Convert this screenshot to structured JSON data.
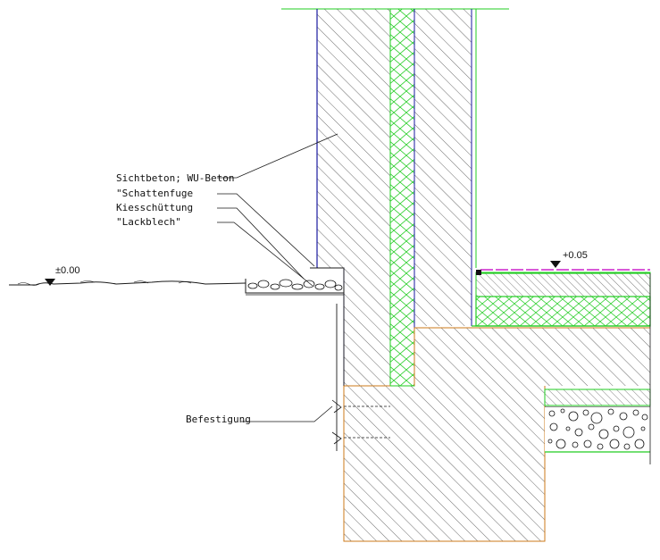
{
  "labels": {
    "sichtbeton": "Sichtbeton; WU-Beton",
    "schattenfuge": "\"Schattenfuge",
    "kiesschuettung": "Kiesschüttung",
    "lackblech": "\"Lackblech\"",
    "befestigung": "Befestigung"
  },
  "levels": {
    "left": "±0.00",
    "right": "+0.05"
  },
  "colors": {
    "line": "#1a1a1a",
    "hatch": "#2a2a2a",
    "blue": "#1a1aa0",
    "orange": "#cc7a1a",
    "green": "#22cc22",
    "magenta": "#cc22cc"
  }
}
